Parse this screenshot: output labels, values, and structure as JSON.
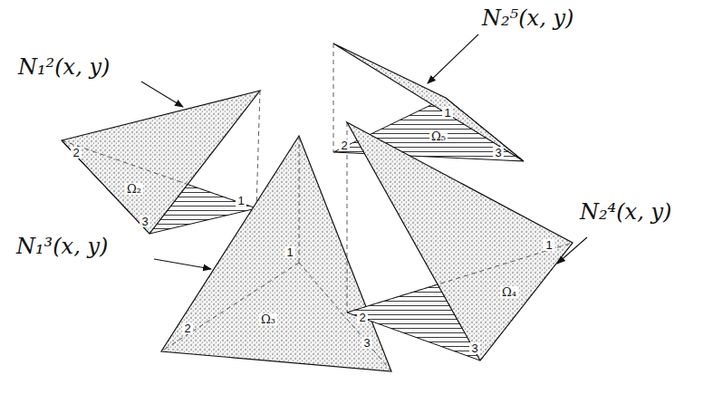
{
  "diagram": {
    "labels": [
      "N₁²(x, y)",
      "2",
      "Ω₂",
      "1",
      "3",
      "N₂⁵(x, y)",
      "1",
      "Ω₅",
      "2",
      "3",
      "N₁³(x, y)",
      "1",
      "2",
      "Ω₃",
      "3",
      "N₂⁴(x, y)",
      "1",
      "2",
      "Ω₄",
      "3"
    ]
  }
}
